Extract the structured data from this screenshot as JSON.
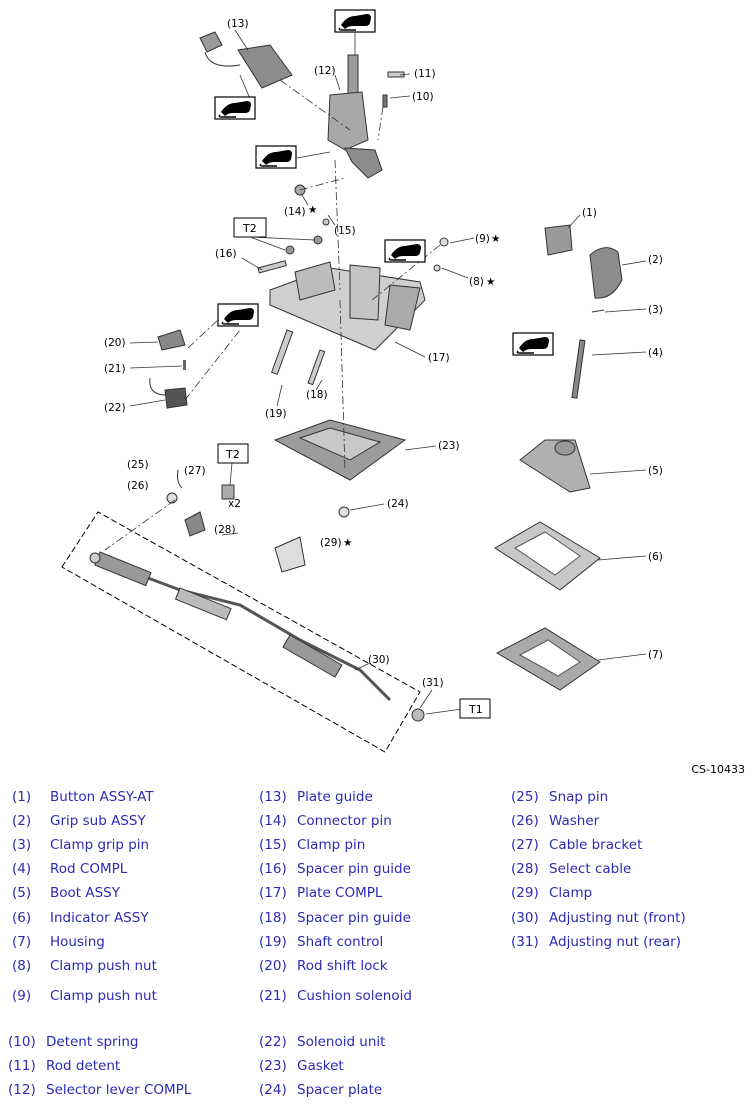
{
  "drawing_code": "CS-10433",
  "callouts": [
    "(13)",
    "(12)",
    "(11)",
    "(10)",
    "(14)",
    "(15)",
    "(9)",
    "(8)",
    "(16)",
    "(17)",
    "(20)",
    "(21)",
    "(22)",
    "(19)",
    "(18)",
    "(23)",
    "(24)",
    "(25)",
    "(27)",
    "(26)",
    "(28)",
    "(29)",
    "(30)",
    "(31)",
    "(1)",
    "(2)",
    "(3)",
    "(4)",
    "(5)",
    "(6)",
    "(7)"
  ],
  "torque_tags": [
    "T2",
    "T2",
    "T1"
  ],
  "quantity_note": "x2",
  "stars": [
    "★",
    "★",
    "★",
    "★"
  ],
  "legend": [
    {
      "num": "(1)",
      "name": "Button ASSY-AT"
    },
    {
      "num": "(2)",
      "name": "Grip sub ASSY"
    },
    {
      "num": "(3)",
      "name": "Clamp grip pin"
    },
    {
      "num": "(4)",
      "name": "Rod COMPL"
    },
    {
      "num": "(5)",
      "name": "Boot ASSY"
    },
    {
      "num": "(6)",
      "name": "Indicator ASSY"
    },
    {
      "num": "(7)",
      "name": "Housing"
    },
    {
      "num": "(8)",
      "name": "Clamp push nut"
    },
    {
      "num": "(9)",
      "name": "Clamp push nut"
    },
    {
      "num": "(10)",
      "name": "Detent spring"
    },
    {
      "num": "(11)",
      "name": "Rod detent"
    },
    {
      "num": "(12)",
      "name": "Selector lever COMPL"
    },
    {
      "num": "(13)",
      "name": "Plate guide"
    },
    {
      "num": "(14)",
      "name": "Connector pin"
    },
    {
      "num": "(15)",
      "name": "Clamp pin"
    },
    {
      "num": "(16)",
      "name": "Spacer pin guide"
    },
    {
      "num": "(17)",
      "name": "Plate COMPL"
    },
    {
      "num": "(18)",
      "name": "Spacer pin guide"
    },
    {
      "num": "(19)",
      "name": "Shaft control"
    },
    {
      "num": "(20)",
      "name": "Rod shift lock"
    },
    {
      "num": "(21)",
      "name": "Cushion solenoid"
    },
    {
      "num": "(22)",
      "name": "Solenoid unit"
    },
    {
      "num": "(23)",
      "name": "Gasket"
    },
    {
      "num": "(24)",
      "name": "Spacer plate"
    },
    {
      "num": "(25)",
      "name": "Snap pin"
    },
    {
      "num": "(26)",
      "name": "Washer"
    },
    {
      "num": "(27)",
      "name": "Cable bracket"
    },
    {
      "num": "(28)",
      "name": "Select cable"
    },
    {
      "num": "(29)",
      "name": "Clamp"
    },
    {
      "num": "(30)",
      "name": "Adjusting nut (front)"
    },
    {
      "num": "(31)",
      "name": "Adjusting nut (rear)"
    }
  ],
  "colors": {
    "legend_text": "#2b2bb3",
    "part_fill": "#8c8c8c",
    "part_light": "#c4c4c4"
  }
}
